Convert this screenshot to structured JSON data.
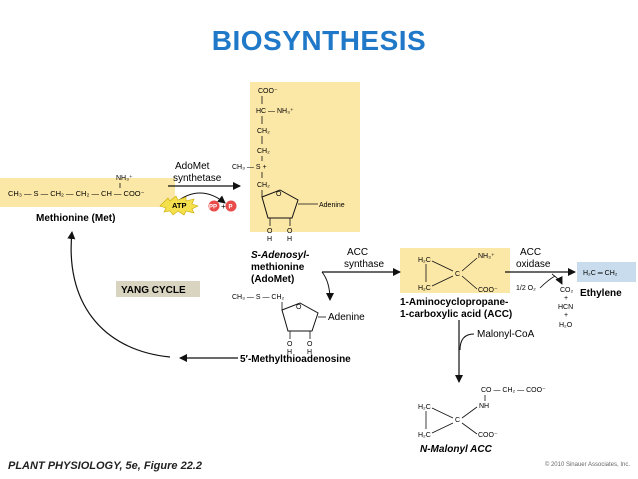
{
  "title": "BIOSYNTHESIS",
  "methionine": {
    "formula_left": "CH₃ — S — CH₂ — CH₂ — CH — COO⁻",
    "nh3": "NH₃⁺",
    "name": "Methionine (Met)"
  },
  "adomet_synthetase": {
    "line1": "AdoMet",
    "line2": "synthetase"
  },
  "atp": "ATP",
  "pp": "PP",
  "pi": "P",
  "plus": "+",
  "sam_struct": {
    "coo": "COO⁻",
    "hc_nh3": "HC — NH₃⁺",
    "ch2a": "CH₂",
    "ch2b": "CH₂",
    "ch3s": "CH₃ — S +",
    "ch2c": "CH₂",
    "o": "O",
    "adenine": "Adenine",
    "oh1": "O",
    "h1": "H",
    "oh2": "O",
    "h2": "H"
  },
  "sam_name": {
    "line1": "S-Adenosyl-",
    "line2": "methionine",
    "line3": "(AdoMet)"
  },
  "acc_synthase": {
    "line1": "ACC",
    "line2": "synthase"
  },
  "acc_struct": {
    "h2c_top": "H₂C",
    "nh3": "NH₃⁺",
    "c": "C",
    "h2c_bot": "H₂C",
    "coo": "COO⁻"
  },
  "acc_oxidase": {
    "line1": "ACC",
    "line2": "oxidase"
  },
  "o2": "1/2 O₂",
  "ethylene_struct": "H₂C ═ CH₂",
  "ethylene_name": "Ethylene",
  "byproducts": {
    "co2": "CO₂",
    "plus1": "+",
    "hcn": "HCN",
    "plus2": "+",
    "h2o": "H₂O"
  },
  "acc_name": {
    "line1": "1-Aminocyclopropane-",
    "line2": "1-carboxylic acid (ACC)"
  },
  "yang_cycle": "YANG CYCLE",
  "mta_struct": {
    "ch3sch2": "CH₃ — S — CH₂",
    "o": "O",
    "adenine": "Adenine",
    "oh1": "O",
    "h1": "H",
    "oh2": "O",
    "h2": "H"
  },
  "mta_name": "5′-Methylthioadenosine",
  "malonyl_coa": "Malonyl-CoA",
  "nmacc_struct": {
    "top": "CO — CH₂ — COO⁻",
    "nh": "NH",
    "h2c_top": "H₂C",
    "c": "C",
    "h2c_bot": "H₂C",
    "coo": "COO⁻"
  },
  "nmacc_name": "N-Malonyl ACC",
  "footer": {
    "left": "PLANT PHYSIOLOGY, 5e, Figure 22.2",
    "right": "© 2010 Sinauer Associates, Inc."
  },
  "colors": {
    "highlight": "#fbe7a6",
    "title": "#1f78c8",
    "ethylene_box": "#c9dced",
    "yang_box": "#d9d4bf",
    "atp": "#f4e04d",
    "ppi": "#e94b4b"
  }
}
